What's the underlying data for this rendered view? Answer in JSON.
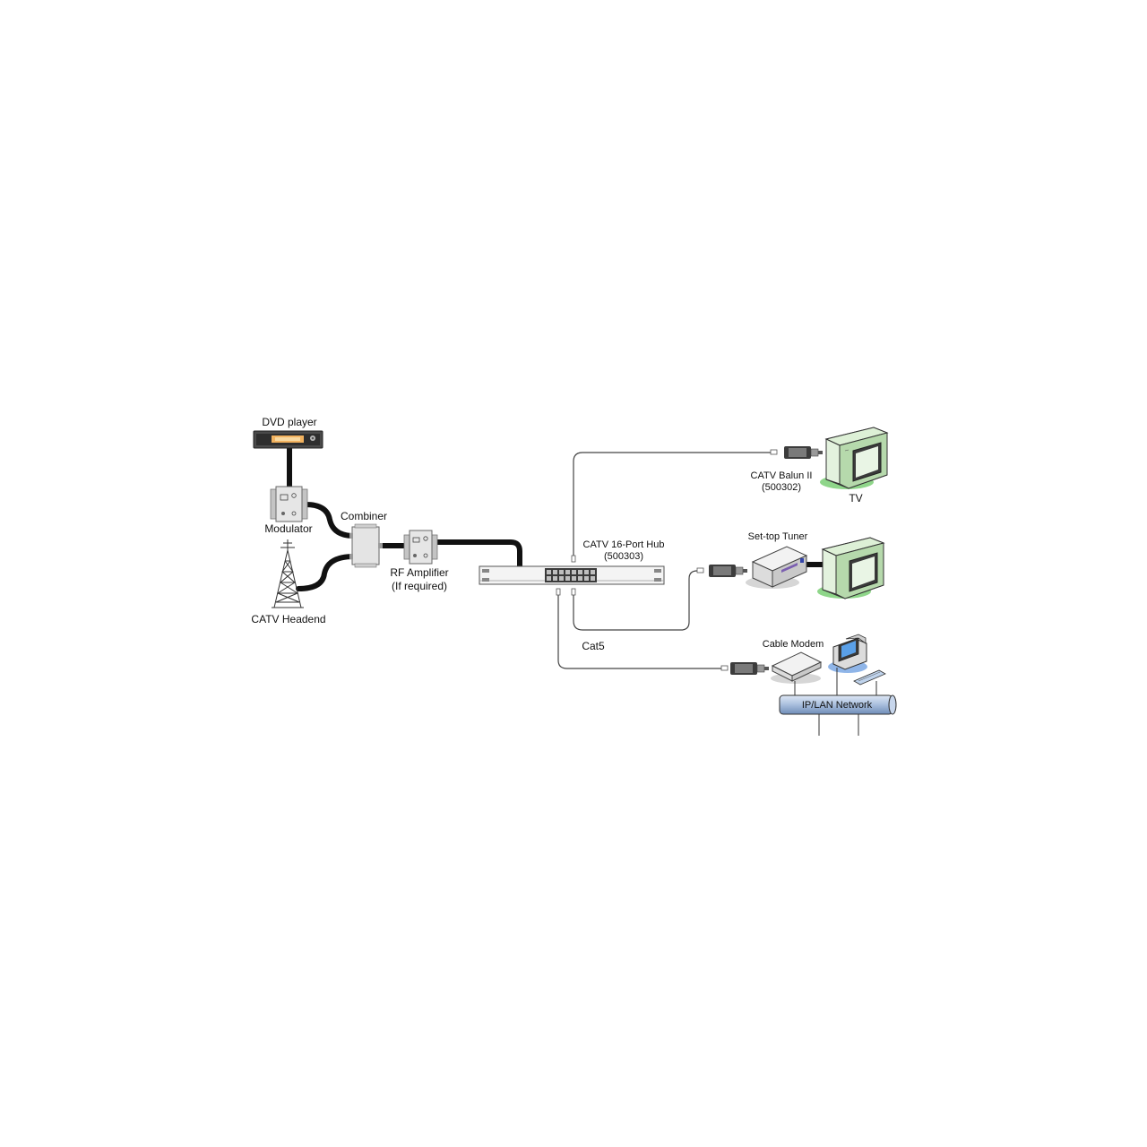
{
  "labels": {
    "dvd_player": "DVD player",
    "modulator": "Modulator",
    "combiner": "Combiner",
    "catv_headend": "CATV Headend",
    "rf_amplifier": "RF Amplifier",
    "rf_amplifier_note": "(If required)",
    "hub": "CATV 16-Port Hub",
    "hub_code": "(500303)",
    "balun": "CATV Balun II",
    "balun_code": "(500302)",
    "tv": "TV",
    "set_top_tuner": "Set-top Tuner",
    "cat5": "Cat5",
    "cable_modem": "Cable Modem",
    "ip_lan_network": "IP/LAN Network"
  },
  "colors": {
    "coax": "#111111",
    "cat5_line": "#444444",
    "device_body": "#d8d8d8",
    "monitor_body": "#c8e6c0",
    "tv_glow": "#8fd68a",
    "network_pipe": "#9fb6d6",
    "pc_glow": "#8fb5e8"
  },
  "icons": {
    "dvd_player": "dvd-player-icon",
    "modulator": "modulator-icon",
    "combiner": "combiner-icon",
    "tower": "antenna-tower-icon",
    "amplifier": "rf-amplifier-icon",
    "hub": "rack-hub-icon",
    "balun": "balun-icon",
    "tv": "tv-monitor-icon",
    "set_top": "set-top-box-icon",
    "modem": "cable-modem-icon",
    "pc": "desktop-computer-icon"
  }
}
